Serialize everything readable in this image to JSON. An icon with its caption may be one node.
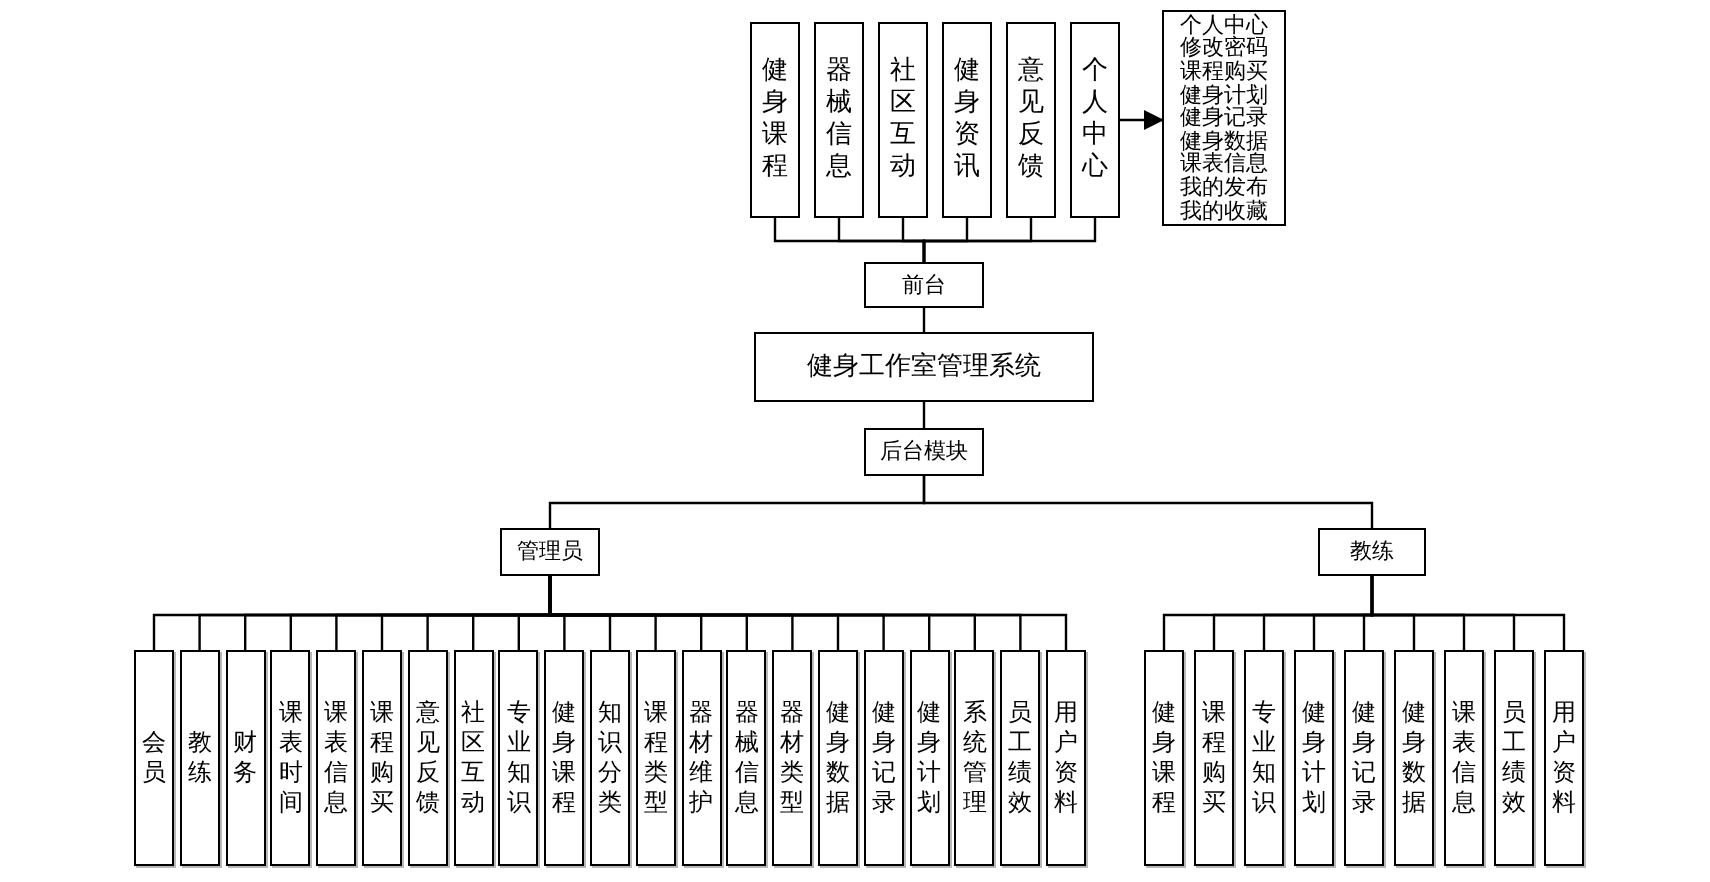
{
  "diagram": {
    "nodes": [
      {
        "text": [
          "健身课程"
        ]
      },
      {
        "text": [
          "器械信息"
        ]
      },
      {
        "text": [
          "社区互动"
        ]
      },
      {
        "text": [
          "健身资讯"
        ]
      },
      {
        "text": [
          "意见反馈"
        ]
      },
      {
        "text": [
          "个人中心"
        ]
      },
      {
        "text": [
          "个人中心",
          "修改密码",
          "课程购买",
          "健身计划",
          "健身记录",
          "健身数据",
          "课表信息",
          "我的发布",
          "我的收藏"
        ]
      },
      {
        "text": [
          "前台"
        ]
      },
      {
        "text": [
          "健身工作室管理系统"
        ]
      },
      {
        "text": [
          "后台模块"
        ]
      },
      {
        "text": [
          "管理员"
        ]
      },
      {
        "text": [
          "教练"
        ]
      },
      {
        "text": [
          "会员"
        ]
      },
      {
        "text": [
          "教练"
        ]
      },
      {
        "text": [
          "财务"
        ]
      },
      {
        "text": [
          "课表时间"
        ]
      },
      {
        "text": [
          "课表信息"
        ]
      },
      {
        "text": [
          "课程购买"
        ]
      },
      {
        "text": [
          "意见反馈"
        ]
      },
      {
        "text": [
          "社区互动"
        ]
      },
      {
        "text": [
          "专业知识"
        ]
      },
      {
        "text": [
          "健身课程"
        ]
      },
      {
        "text": [
          "知识分类"
        ]
      },
      {
        "text": [
          "课程类型"
        ]
      },
      {
        "text": [
          "器材维护"
        ]
      },
      {
        "text": [
          "器械信息"
        ]
      },
      {
        "text": [
          "器材类型"
        ]
      },
      {
        "text": [
          "健身数据"
        ]
      },
      {
        "text": [
          "健身记录"
        ]
      },
      {
        "text": [
          "健身计划"
        ]
      },
      {
        "text": [
          "系统管理"
        ]
      },
      {
        "text": [
          "员工绩效"
        ]
      },
      {
        "text": [
          "用户资料"
        ]
      },
      {
        "text": [
          "健身课程"
        ]
      },
      {
        "text": [
          "课程购买"
        ]
      },
      {
        "text": [
          "专业知识"
        ]
      },
      {
        "text": [
          "健身计划"
        ]
      },
      {
        "text": [
          "健身记录"
        ]
      },
      {
        "text": [
          "健身数据"
        ]
      },
      {
        "text": [
          "课表信息"
        ]
      },
      {
        "text": [
          "员工绩效"
        ]
      },
      {
        "text": [
          "用户资料"
        ]
      }
    ],
    "edges": [
      {
        "from": 0,
        "to": 7,
        "arrow": "none"
      },
      {
        "from": 1,
        "to": 7,
        "arrow": "none"
      },
      {
        "from": 2,
        "to": 7,
        "arrow": "none"
      },
      {
        "from": 3,
        "to": 7,
        "arrow": "none"
      },
      {
        "from": 4,
        "to": 7,
        "arrow": "none"
      },
      {
        "from": 5,
        "to": 7,
        "arrow": "none"
      },
      {
        "from": 5,
        "to": 6,
        "arrow": "to"
      },
      {
        "from": 7,
        "to": 8,
        "arrow": "none"
      },
      {
        "from": 8,
        "to": 9,
        "arrow": "none"
      },
      {
        "from": 9,
        "to": 10,
        "arrow": "none"
      },
      {
        "from": 9,
        "to": 11,
        "arrow": "none"
      },
      {
        "from": 10,
        "to": 12,
        "arrow": "none"
      },
      {
        "from": 10,
        "to": 13,
        "arrow": "none"
      },
      {
        "from": 10,
        "to": 14,
        "arrow": "none"
      },
      {
        "from": 10,
        "to": 15,
        "arrow": "none"
      },
      {
        "from": 10,
        "to": 16,
        "arrow": "none"
      },
      {
        "from": 10,
        "to": 17,
        "arrow": "none"
      },
      {
        "from": 10,
        "to": 18,
        "arrow": "none"
      },
      {
        "from": 10,
        "to": 19,
        "arrow": "none"
      },
      {
        "from": 10,
        "to": 20,
        "arrow": "none"
      },
      {
        "from": 10,
        "to": 21,
        "arrow": "none"
      },
      {
        "from": 10,
        "to": 22,
        "arrow": "none"
      },
      {
        "from": 10,
        "to": 23,
        "arrow": "none"
      },
      {
        "from": 10,
        "to": 24,
        "arrow": "none"
      },
      {
        "from": 10,
        "to": 25,
        "arrow": "none"
      },
      {
        "from": 10,
        "to": 26,
        "arrow": "none"
      },
      {
        "from": 10,
        "to": 27,
        "arrow": "none"
      },
      {
        "from": 10,
        "to": 28,
        "arrow": "none"
      },
      {
        "from": 10,
        "to": 29,
        "arrow": "none"
      },
      {
        "from": 10,
        "to": 30,
        "arrow": "none"
      },
      {
        "from": 10,
        "to": 31,
        "arrow": "none"
      },
      {
        "from": 10,
        "to": 32,
        "arrow": "none"
      },
      {
        "from": 11,
        "to": 33,
        "arrow": "none"
      },
      {
        "from": 11,
        "to": 34,
        "arrow": "none"
      },
      {
        "from": 11,
        "to": 35,
        "arrow": "none"
      },
      {
        "from": 11,
        "to": 36,
        "arrow": "none"
      },
      {
        "from": 11,
        "to": 37,
        "arrow": "none"
      },
      {
        "from": 11,
        "to": 38,
        "arrow": "none"
      },
      {
        "from": 11,
        "to": 39,
        "arrow": "none"
      },
      {
        "from": 11,
        "to": 40,
        "arrow": "none"
      },
      {
        "from": 11,
        "to": 41,
        "arrow": "none"
      }
    ]
  }
}
